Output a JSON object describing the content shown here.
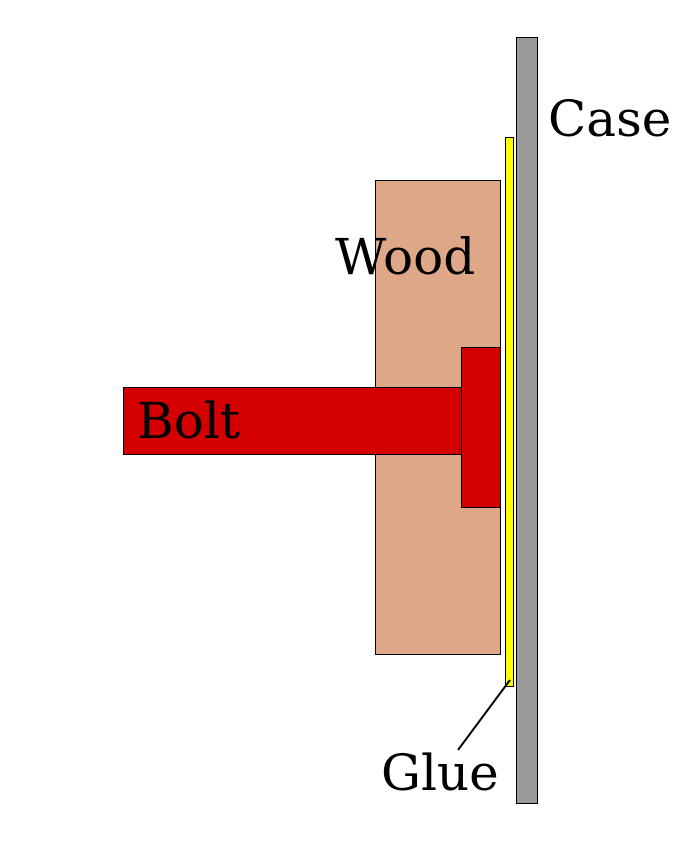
{
  "labels": {
    "case": "Case",
    "wood": "Wood",
    "bolt": "Bolt",
    "glue": "Glue"
  },
  "colors": {
    "case": "#999999",
    "glue": "#ffff00",
    "wood": "#dea888",
    "bolt": "#d40000",
    "outline": "#000000",
    "background": "#ffffff"
  }
}
